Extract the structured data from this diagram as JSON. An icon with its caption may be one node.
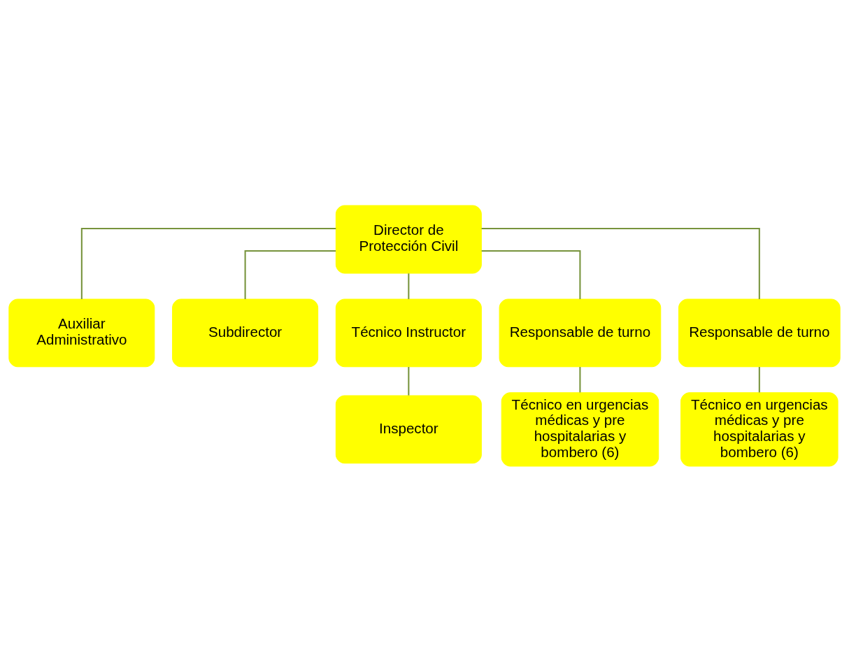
{
  "diagram": {
    "nodes": [
      {
        "text": [
          "Director de Protección Civil"
        ]
      },
      {
        "text": [
          "Auxiliar Administrativo"
        ]
      },
      {
        "text": [
          "Subdirector"
        ]
      },
      {
        "text": [
          "Técnico Instructor"
        ]
      },
      {
        "text": [
          "Responsable de turno"
        ]
      },
      {
        "text": [
          "Responsable de turno"
        ]
      },
      {
        "text": [
          "Inspector"
        ]
      },
      {
        "text": [
          "Técnico en urgencias médicas y pre hospitalarias y bombero (6)"
        ]
      },
      {
        "text": [
          "Técnico en urgencias médicas y pre hospitalarias y bombero (6)"
        ]
      }
    ],
    "edges": [
      {
        "from": 0,
        "to": 1,
        "arrow": "none"
      },
      {
        "from": 0,
        "to": 2,
        "arrow": "none"
      },
      {
        "from": 0,
        "to": 3,
        "arrow": "none"
      },
      {
        "from": 0,
        "to": 4,
        "arrow": "none"
      },
      {
        "from": 0,
        "to": 5,
        "arrow": "none"
      },
      {
        "from": 3,
        "to": 6,
        "arrow": "none"
      },
      {
        "from": 4,
        "to": 7,
        "arrow": "none"
      },
      {
        "from": 5,
        "to": 8,
        "arrow": "none"
      }
    ]
  }
}
